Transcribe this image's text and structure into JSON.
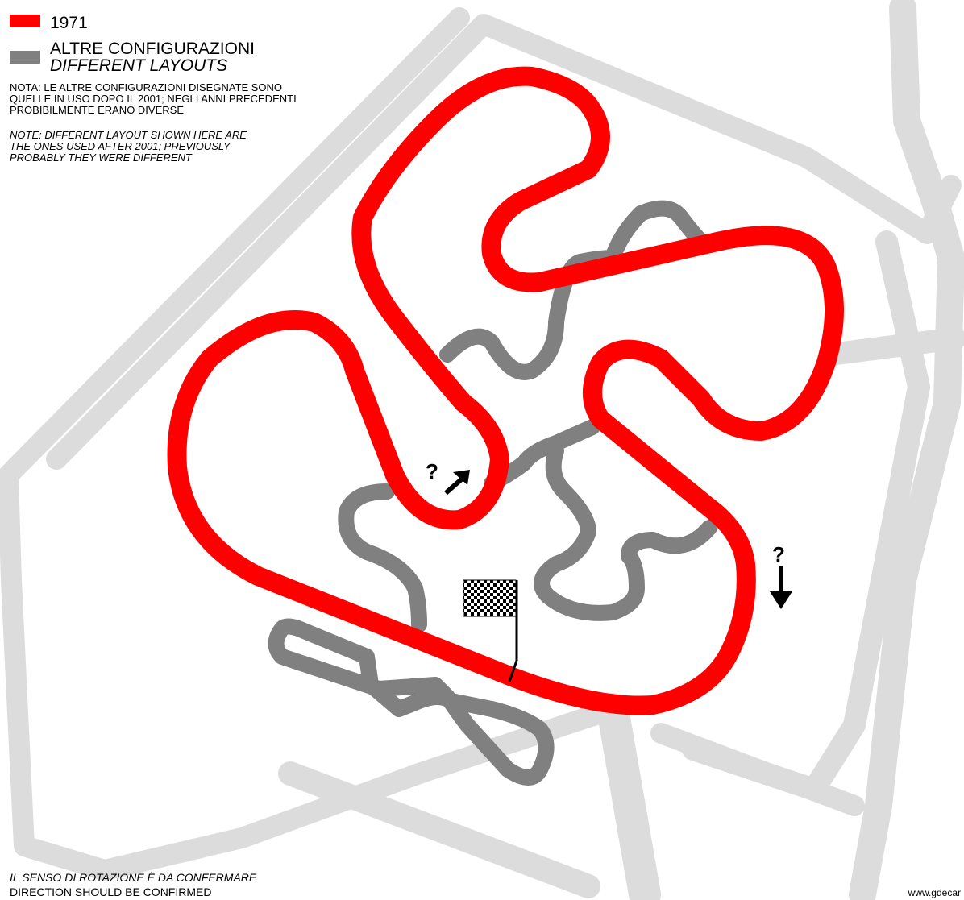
{
  "legend": {
    "items": [
      {
        "color": "#ff0000",
        "label": "1971"
      },
      {
        "color": "#808080",
        "label": "ALTRE CONFIGURAZIONI",
        "label_en": "DIFFERENT LAYOUTS"
      }
    ]
  },
  "notes": {
    "it_lines": [
      "NOTA: LE ALTRE CONFIGURAZIONI DISEGNATE SONO",
      "QUELLE IN USO DOPO IL 2001; NEGLI ANNI PRECEDENTI",
      "PROBIBILMENTE ERANO DIVERSE"
    ],
    "en_lines": [
      "NOTE: DIFFERENT LAYOUT SHOWN HERE ARE",
      "THE ONES USED AFTER 2001; PREVIOUSLY",
      "PROBABLY THEY WERE DIFFERENT"
    ]
  },
  "map": {
    "direction_marks": [
      {
        "symbol": "?",
        "arrow": "up-right-arrow-icon"
      },
      {
        "symbol": "?",
        "arrow": "down-arrow-icon"
      }
    ],
    "icons": [
      "checkered-flag-icon"
    ],
    "colors": {
      "track_1971": "#ff0000",
      "other_layouts": "#808080",
      "roads": "#dcdcdc"
    }
  },
  "footer": {
    "it": "IL SENSO DI ROTAZIONE È DA CONFERMARE",
    "en": "DIRECTION SHOULD BE CONFIRMED"
  },
  "credit": "www.gdecar"
}
